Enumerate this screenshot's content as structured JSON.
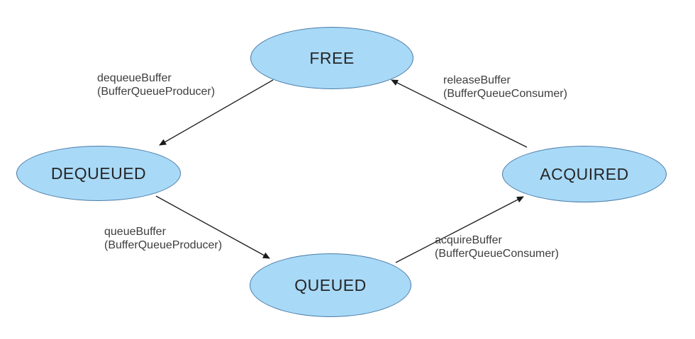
{
  "colors": {
    "canvas_bg": "#ffffff",
    "node_fill": "#a8d9f7",
    "node_border": "#4a7ba6",
    "edge_color": "#1a1a1a",
    "node_text": "#262626",
    "label_text": "#3d3d3d"
  },
  "nodes": [
    {
      "id": "free",
      "label": "FREE"
    },
    {
      "id": "dequeued",
      "label": "DEQUEUED"
    },
    {
      "id": "queued",
      "label": "QUEUED"
    },
    {
      "id": "acquired",
      "label": "ACQUIRED"
    }
  ],
  "edges": [
    {
      "id": "free-to-dequeued",
      "fn": "dequeueBuffer",
      "actor": "(BufferQueueProducer)"
    },
    {
      "id": "dequeued-to-queued",
      "fn": "queueBuffer",
      "actor": "(BufferQueueProducer)"
    },
    {
      "id": "queued-to-acquired",
      "fn": "acquireBuffer",
      "actor": "(BufferQueueConsumer)"
    },
    {
      "id": "acquired-to-free",
      "fn": "releaseBuffer",
      "actor": "(BufferQueueConsumer)"
    }
  ]
}
